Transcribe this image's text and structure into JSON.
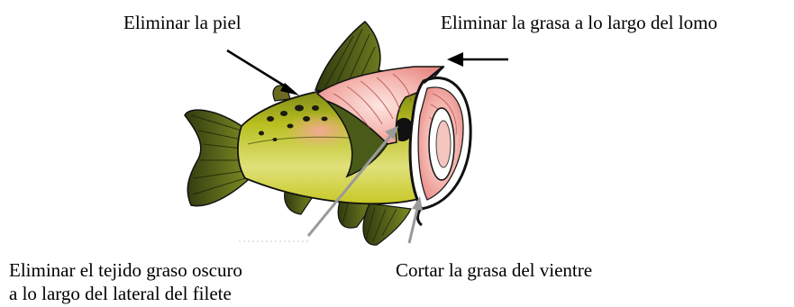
{
  "labels": {
    "remove_skin": "Eliminar la piel",
    "remove_back_fat": "Eliminar la grasa a lo largo del lomo",
    "remove_dark_tissue_line1": "Eliminar el tejido graso oscuro",
    "remove_dark_tissue_line2": "a lo largo del lateral del filete",
    "cut_belly_fat": "Cortar la grasa del vientre"
  },
  "colors": {
    "fin": "#6b6a1e",
    "fin_dark": "#2f3a10",
    "body_yellow": "#c8c826",
    "body_green": "#8a9a1c",
    "flesh_pink": "#f2a0a0",
    "flesh_light": "#fde0dc",
    "outline": "#111111",
    "arrow_black": "#000000",
    "arrow_gray": "#9a9a9a"
  },
  "icons": {
    "fish": "fish-cross-section-icon"
  }
}
